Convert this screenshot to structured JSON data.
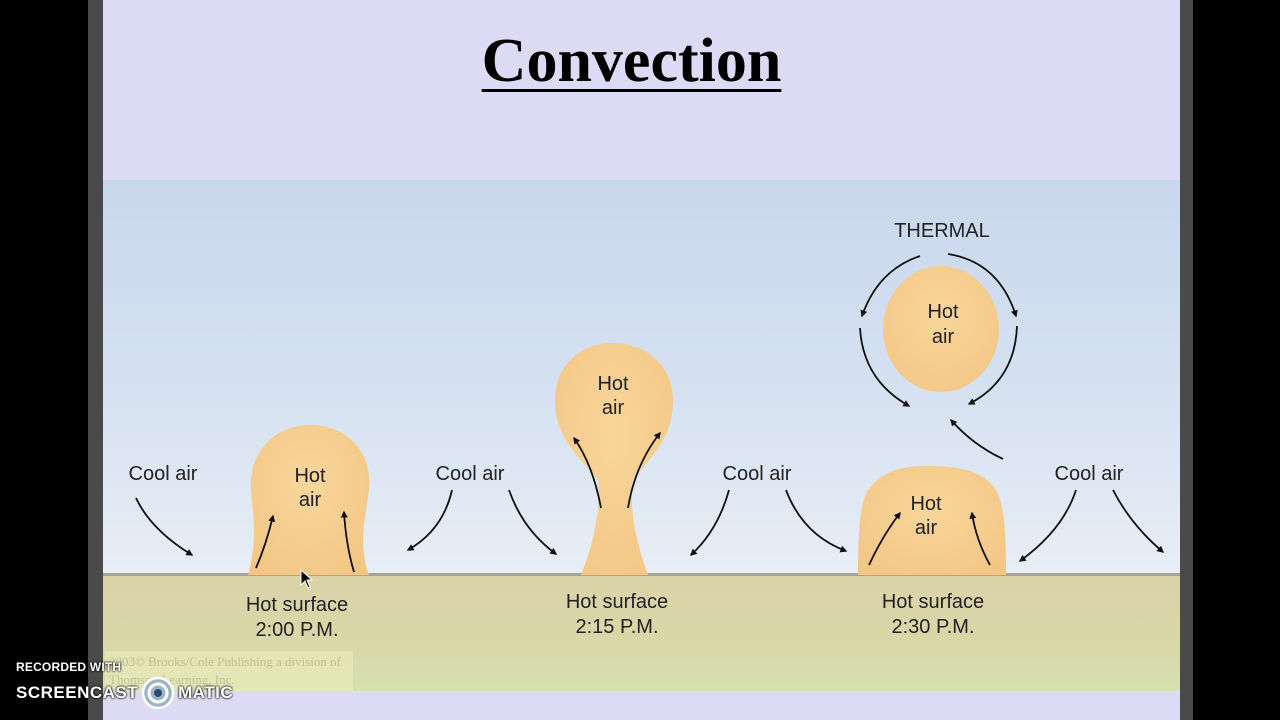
{
  "slide": {
    "title": "Convection",
    "thermal_label": "THERMAL",
    "cool_air_labels": [
      "Cool air",
      "Cool air",
      "Cool air",
      "Cool air"
    ],
    "hot_air": {
      "first": [
        "Hot",
        "air"
      ],
      "second": [
        "Hot",
        "air"
      ],
      "thermal": [
        "Hot",
        "air"
      ],
      "fourth": [
        "Hot",
        "air"
      ]
    },
    "surfaces": [
      {
        "label": "Hot surface",
        "time": "2:00 P.M."
      },
      {
        "label": "Hot surface",
        "time": "2:15 P.M."
      },
      {
        "label": "Hot surface",
        "time": "2:30 P.M."
      }
    ],
    "copyright": "2003© Brooks/Cole Publishing a division of Thomson Learning, Inc.",
    "colors": {
      "hot_air": "#f6cd8c",
      "sky_top": "#c9d7ee",
      "ground": "#dbd2a8",
      "slide_background": "#dcdaf4"
    }
  },
  "watermark": {
    "line1": "RECORDED WITH",
    "left": "SCREENCAST",
    "right": "MATIC",
    "logo_icon": "screencast-o-matic-logo-icon"
  },
  "cursor_icon": "mouse-pointer-icon"
}
